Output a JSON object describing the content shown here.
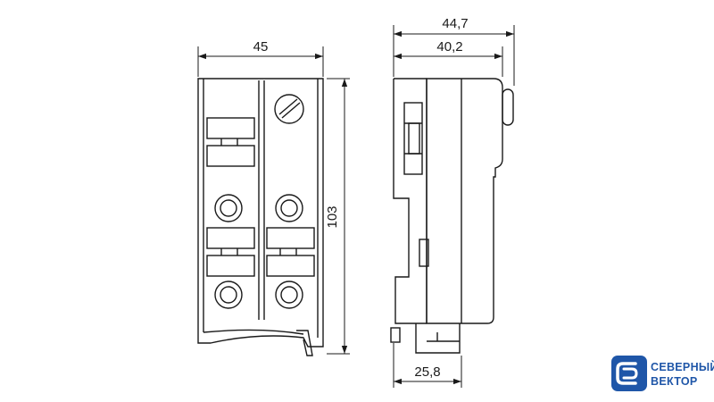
{
  "front_view": {
    "width_dimension": "45",
    "height_dimension": "103"
  },
  "side_view": {
    "total_depth_dimension": "44,7",
    "body_depth_dimension": "40,2",
    "rail_depth_dimension": "25,8"
  },
  "logo": {
    "line1": "СЕВЕРНЫЙ",
    "line2": "ВЕКТОР",
    "color": "#1f56a8"
  }
}
